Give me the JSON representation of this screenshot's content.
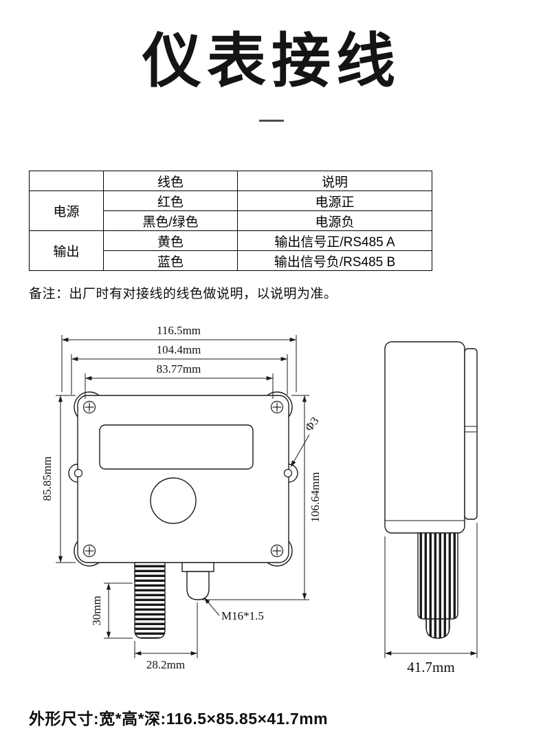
{
  "page": {
    "title": "仪表接线",
    "footer": "外形尺寸:宽*高*深:116.5×85.85×41.7mm"
  },
  "wiring_table": {
    "headers": {
      "color": "线色",
      "desc": "说明"
    },
    "groups": [
      {
        "name": "电源",
        "rows": [
          {
            "color": "红色",
            "desc": "电源正"
          },
          {
            "color": "黑色/绿色",
            "desc": "电源负"
          }
        ]
      },
      {
        "name": "输出",
        "rows": [
          {
            "color": "黄色",
            "desc": "输出信号正/RS485 A"
          },
          {
            "color": "蓝色",
            "desc": "输出信号负/RS485 B"
          }
        ]
      }
    ]
  },
  "note": "备注：出厂时有对接线的线色做说明，以说明为准。",
  "dimensions": {
    "front_view": {
      "overall_width": "116.5mm",
      "mount_width": "104.4mm",
      "inner_width": "83.77mm",
      "body_height": "85.85mm",
      "overall_height": "106.64mm",
      "probe_length": "30mm",
      "probe_offset": "28.2mm",
      "hole_diameter": "Φ3",
      "gland_thread": "M16*1.5"
    },
    "side_view": {
      "depth": "41.7mm"
    }
  }
}
